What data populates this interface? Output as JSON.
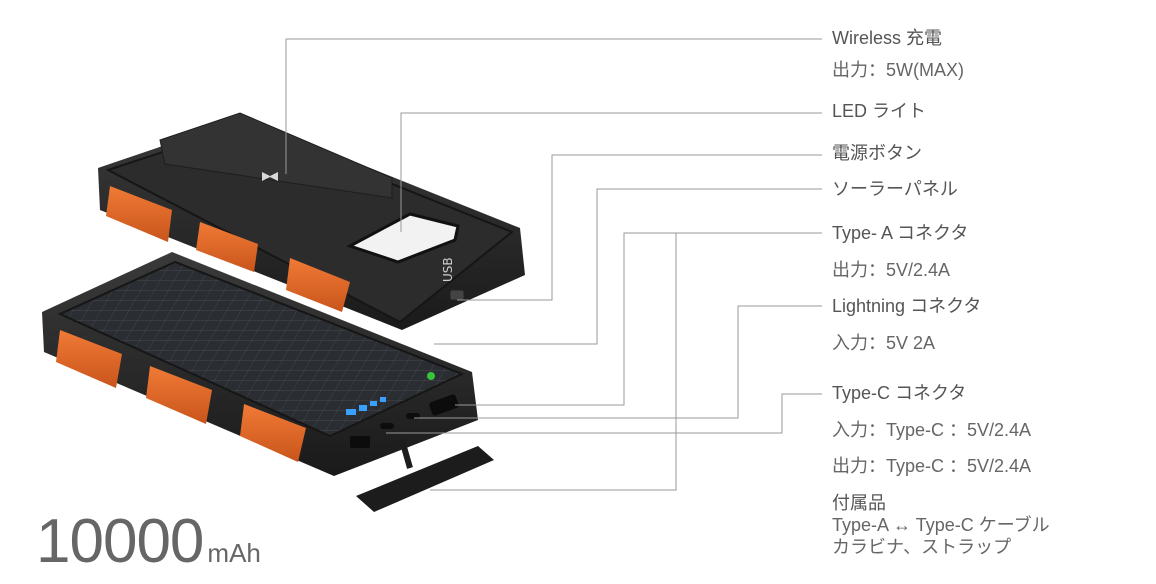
{
  "callouts": {
    "wireless": {
      "title": "Wireless 充電",
      "spec": "出力：5W(MAX)"
    },
    "led": {
      "title": "LED ライト"
    },
    "power": {
      "title": "電源ボタン"
    },
    "solar": {
      "title": "ソーラーパネル"
    },
    "type_a": {
      "title": "Type- A コネクタ",
      "spec": "出力：5V/2.4A"
    },
    "lightning": {
      "title": "Lightning コネクタ",
      "spec": "入力：5V 2A"
    },
    "type_c": {
      "title": "Type-C コネクタ",
      "spec_in": "入力：Type-C ：5V/2.4A",
      "spec_out": "出力：Type-C ：5V/2.4A"
    },
    "accessories": {
      "title": "付属品",
      "line1": "Type-A ↔ Type-C ケーブル",
      "line2": "カラビナ、ストラップ"
    }
  },
  "capacity": {
    "value": "10000",
    "unit": "mAh"
  },
  "colors": {
    "body": "#2b2b2b",
    "bumper": "#e8692a",
    "line": "#9a9a9a",
    "text": "#555555",
    "led": "#3aa0ff",
    "status_led": "#35c43a"
  },
  "icons": {
    "wireless_logo": "bowtie-icon",
    "usb_logo": "usb-logo-icon"
  }
}
